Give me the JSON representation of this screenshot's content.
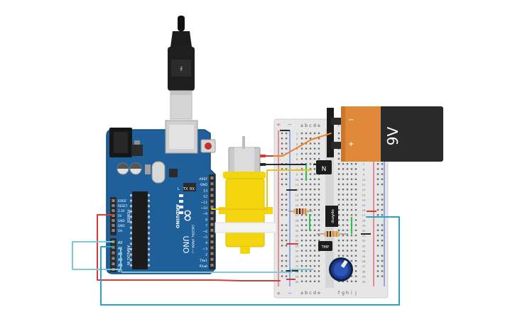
{
  "colors": {
    "board": "#1f5f9a",
    "board_dark": "#17497a",
    "header": "#2b2b2b",
    "wire_red": "#d83a3a",
    "wire_blue": "#2aa3c9",
    "wire_orange": "#e8862a",
    "wire_yellow": "#e8c21a",
    "motor_yellow": "#f2d50f",
    "battery_orange": "#e0893a",
    "battery_black": "#2a2a2a",
    "breadboard": "#e6e6e6",
    "pot_blue": "#1f3c8a",
    "rail_red": "#d83a3a",
    "rail_blue": "#3a6ccf",
    "led_green": "#2ec04a"
  },
  "arduino": {
    "brand": "ARDUINO",
    "model": "UNO",
    "logo_symbol": "∞",
    "power_header_label": "POWER",
    "analog_header_label": "ANALOG IN",
    "digital_header_label": "DIGITAL (PWM ~)",
    "power_pins": [
      "IOREF",
      "RESET",
      "3.3V",
      "5V",
      "GND",
      "GND",
      "Vin"
    ],
    "analog_pins": [
      "A0",
      "A1",
      "A2",
      "A3",
      "A4",
      "A5"
    ],
    "digital_pins": [
      "AREF",
      "GND",
      "13",
      "12",
      "~11",
      "~10",
      "~9",
      "8",
      "7",
      "~6",
      "~5",
      "4",
      "~3",
      "2",
      "TX▸1",
      "RX◂0"
    ],
    "led_labels": [
      "L",
      "TX",
      "RX"
    ]
  },
  "battery": {
    "label": "9V",
    "plus": "+",
    "minus": "−"
  },
  "breadboard": {
    "columns_left": [
      "a",
      "b",
      "c",
      "d",
      "e"
    ],
    "columns_right": [
      "f",
      "g",
      "h",
      "i",
      "j"
    ],
    "row_numbers": [
      "1",
      "2",
      "3",
      "4",
      "5",
      "6",
      "7",
      "8",
      "9",
      "10",
      "11",
      "12",
      "13",
      "14",
      "15",
      "16",
      "17",
      "18",
      "19",
      "20",
      "21",
      "22",
      "23",
      "24",
      "25",
      "26",
      "27",
      "28",
      "29",
      "30"
    ],
    "rail_plus": "+",
    "rail_minus": "−"
  },
  "components": {
    "transistor_label": "N",
    "opamp_label": "opAmp",
    "tmp_label": "TMP"
  }
}
